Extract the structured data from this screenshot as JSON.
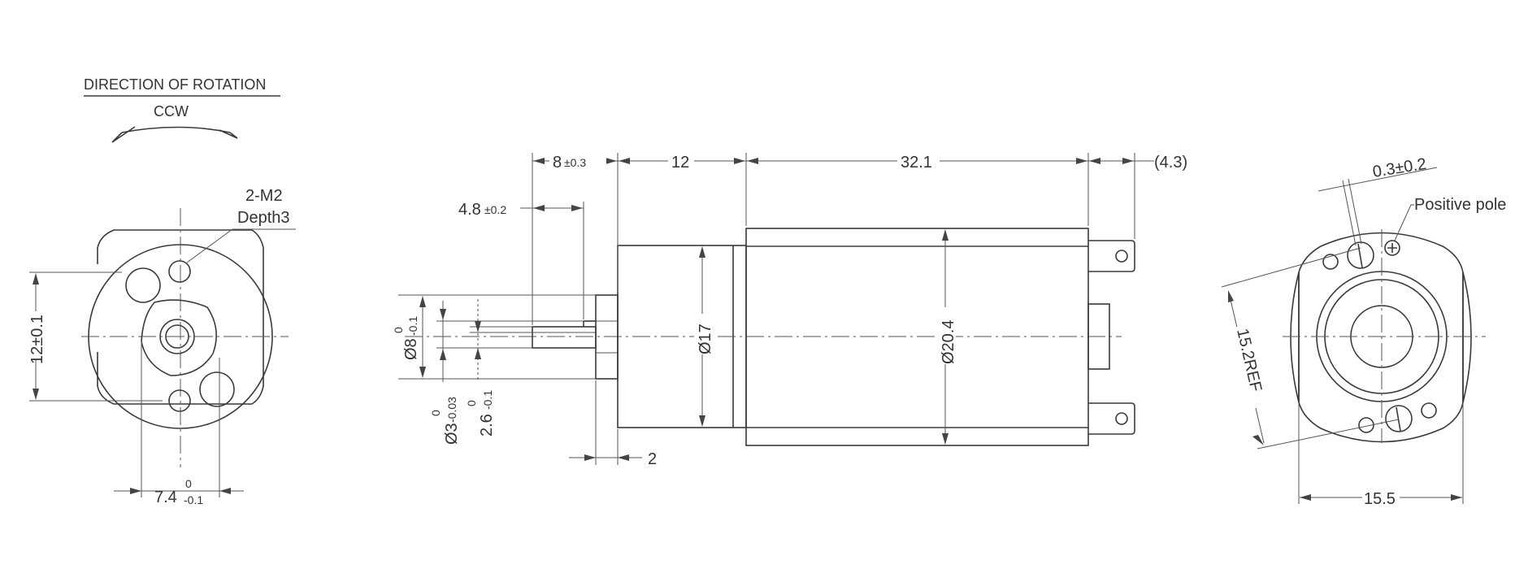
{
  "rotation": {
    "title": "DIRECTION OF ROTATION",
    "direction": "CCW"
  },
  "left_view": {
    "thread_note_line1": "2-M2",
    "thread_note_line2": "Depth3",
    "height_dim": "12±0.1",
    "bottom_dim_base": "7.4",
    "bottom_dim_upper": "0",
    "bottom_dim_lower": "-0.1"
  },
  "side_view": {
    "shaft_length": "8",
    "shaft_length_tol": "±0.3",
    "gearbox_length": "12",
    "motor_length": "32.1",
    "terminal_length": "(4.3)",
    "flat_length": "4.8",
    "flat_length_tol": "±0.2",
    "boss_dia": "Ø8",
    "boss_tol_upper": "0",
    "boss_tol_lower": "-0.1",
    "shaft_dia": "Ø3",
    "shaft_tol_upper": "0",
    "shaft_tol_lower": "-0.03",
    "flat_dim": "2.6",
    "flat_tol_upper": "0",
    "flat_tol_lower": "-0.1",
    "boss_length": "2",
    "gearbox_dia": "Ø17",
    "motor_dia": "Ø20.4"
  },
  "right_view": {
    "brush_dim": "0.3±0.2",
    "positive_label": "Positive pole",
    "ref_dim": "15.2REF",
    "width_dim": "15.5"
  }
}
